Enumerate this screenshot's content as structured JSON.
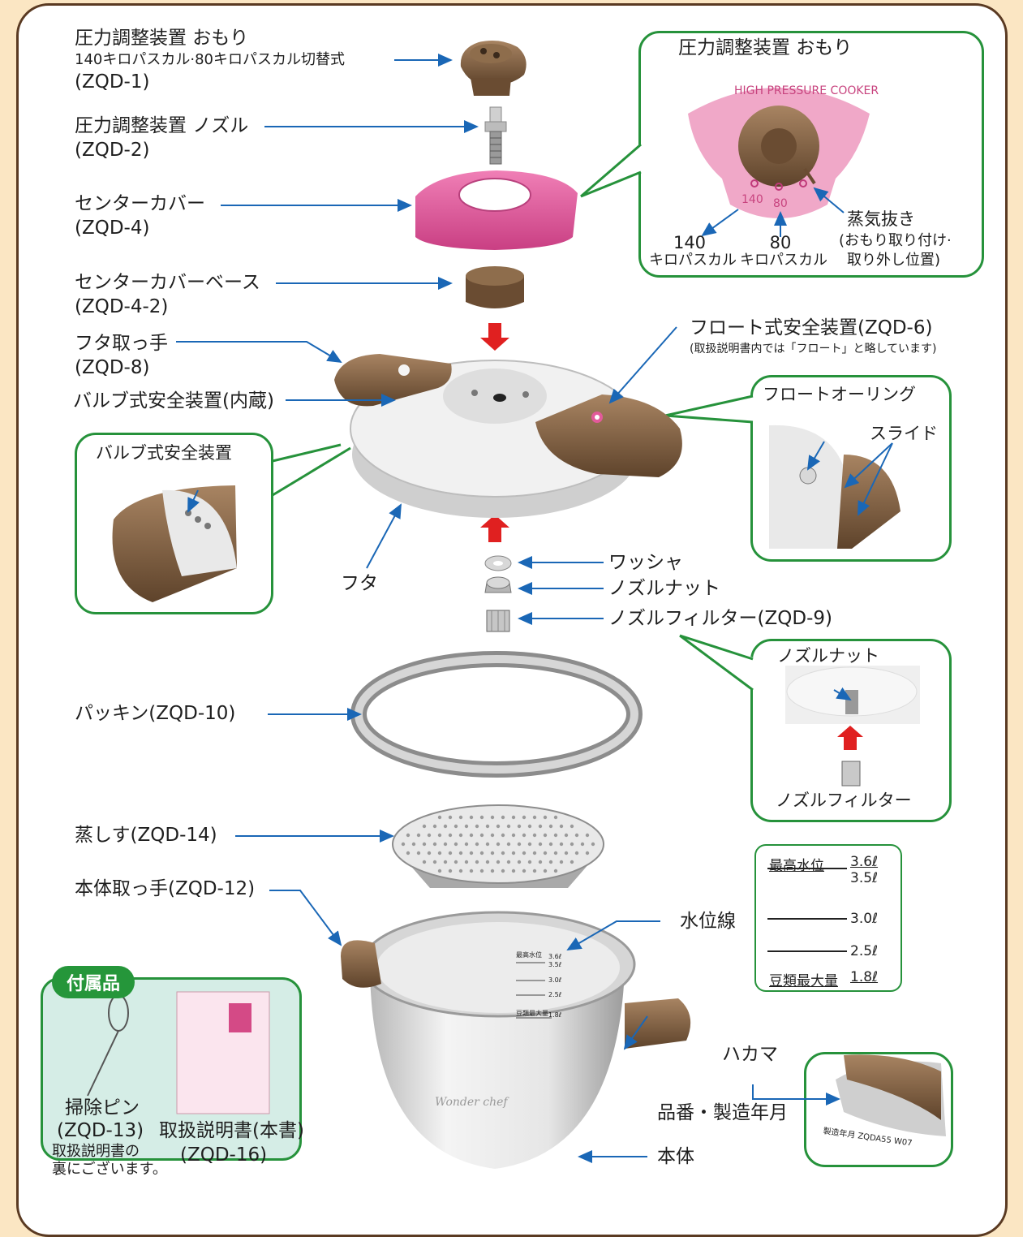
{
  "parts": {
    "omori_title": "圧力調整装置 おもり",
    "omori_sub": "140キロパスカル·80キロパスカル切替式",
    "omori_code": "(ZQD-1)",
    "nozzle_title": "圧力調整装置 ノズル",
    "nozzle_code": "(ZQD-2)",
    "center_cover": "センターカバー",
    "center_cover_code": "(ZQD-4)",
    "center_cover_base": "センターカバーベース",
    "center_cover_base_code": "(ZQD-4-2)",
    "lid_handle": "フタ取っ手",
    "lid_handle_code": "(ZQD-8)",
    "valve_safety_internal": "バルブ式安全装置(内蔵)",
    "float_safety": "フロート式安全装置(ZQD-6)",
    "float_safety_note": "(取扱説明書内では「フロート」と略しています)",
    "lid": "フタ",
    "washer": "ワッシャ",
    "nozzle_nut": "ノズルナット",
    "nozzle_filter": "ノズルフィルター(ZQD-9)",
    "packing": "パッキン(ZQD-10)",
    "steamer": "蒸しす(ZQD-14)",
    "body_handle": "本体取っ手(ZQD-12)",
    "water_line": "水位線",
    "hakama": "ハカマ",
    "model_date": "品番・製造年月",
    "body": "本体"
  },
  "callout_omori": {
    "title": "圧力調整装置 おもり",
    "label_140": "140",
    "label_140_unit": "キロパスカル",
    "label_80": "80",
    "label_80_unit": "キロパスカル",
    "steam": "蒸気抜き",
    "steam_note1": "(おもり取り付け·",
    "steam_note2": "取り外し位置)",
    "dial_text": "HIGH PRESSURE COOKER",
    "mark_140": "140",
    "mark_80": "80"
  },
  "callout_valve": {
    "title": "バルブ式安全装置"
  },
  "callout_float": {
    "title": "フロートオーリング",
    "slide": "スライド"
  },
  "callout_nozzle": {
    "nut": "ノズルナット",
    "filter": "ノズルフィルター"
  },
  "water_levels": {
    "max_label": "最高水位",
    "max_value": "3.6ℓ",
    "l35": "3.5ℓ",
    "l30": "3.0ℓ",
    "l25": "2.5ℓ",
    "beans_label": "豆類最大量",
    "beans_value": "1.8ℓ"
  },
  "pot_marks": {
    "max": "最高水位",
    "v36": "3.6ℓ",
    "v35": "3.5ℓ",
    "v30": "3.0ℓ",
    "v25": "2.5ℓ",
    "beans": "豆類最大量",
    "v18": "1.8ℓ",
    "brand": "Wonder chef"
  },
  "hakama_label": "製造年月 ZQDA55 W07",
  "accessories": {
    "badge": "付属品",
    "pin_name": "掃除ピン",
    "pin_code": "(ZQD-13)",
    "pin_note1": "取扱説明書の",
    "pin_note2": "裏にございます。",
    "manual_name": "取扱説明書(本書)",
    "manual_code": "(ZQD-16)"
  },
  "colors": {
    "frame": "#5a3a22",
    "green": "#26923b",
    "arrow_blue": "#1a67b6",
    "pink": "#e25a9a",
    "brown": "#7a5a3d",
    "red_arrow": "#e02020"
  }
}
